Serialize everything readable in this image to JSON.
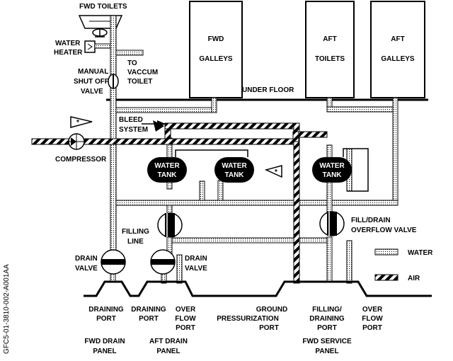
{
  "labels": {
    "fwd_toilets": "FWD TOILETS",
    "water_heater_1": "WATER",
    "water_heater_2": "HEATER",
    "to_vaccum_1": "TO",
    "to_vaccum_2": "VACCUM",
    "to_vaccum_3": "TOILET",
    "manual_1": "MANUAL",
    "manual_2": "SHUT OFF",
    "manual_3": "VALVE",
    "fwd_galleys_1": "FWD",
    "fwd_galleys_2": "GALLEYS",
    "aft_toilets_1": "AFT",
    "aft_toilets_2": "TOILETS",
    "aft_galleys_1": "AFT",
    "aft_galleys_2": "GALLEYS",
    "under_floor": "UNDER FLOOR",
    "bleed_1": "BLEED",
    "bleed_2": "SYSTEM",
    "star_symbol": "*",
    "compressor": "COMPRESSOR",
    "tank_line1": "WATER",
    "tank_line2": "TANK",
    "filling_1": "FILLING",
    "filling_2": "LINE",
    "drain_valve_1": "DRAIN",
    "drain_valve_2": "VALVE",
    "fill_drain_1": "FILL/DRAIN",
    "fill_drain_2": "OVERFLOW VALVE",
    "legend_water": "WATER",
    "legend_air": "AIR",
    "port_draining_1a": "DRAINING",
    "port_draining_1b": "PORT",
    "port_draining_2a": "DRAINING",
    "port_draining_2b": "PORT",
    "overflow_1a": "OVER",
    "overflow_1b": "FLOW",
    "overflow_1c": "PORT",
    "ground_1": "GROUND",
    "ground_2": "PRESSURIZATION",
    "ground_3": "PORT",
    "filling_draining_1": "FILLING/",
    "filling_draining_2": "DRAINING",
    "filling_draining_3": "PORT",
    "overflow_2a": "OVER",
    "overflow_2b": "FLOW",
    "overflow_2c": "PORT",
    "fwd_drain_1": "FWD DRAIN",
    "fwd_drain_2": "PANEL",
    "aft_drain_1": "AFT DRAIN",
    "aft_drain_2": "PANEL",
    "fwd_service_1": "FWD SERVICE",
    "fwd_service_2": "PANEL",
    "figure_id": "GFC5-01-3810-002-A001AA"
  }
}
